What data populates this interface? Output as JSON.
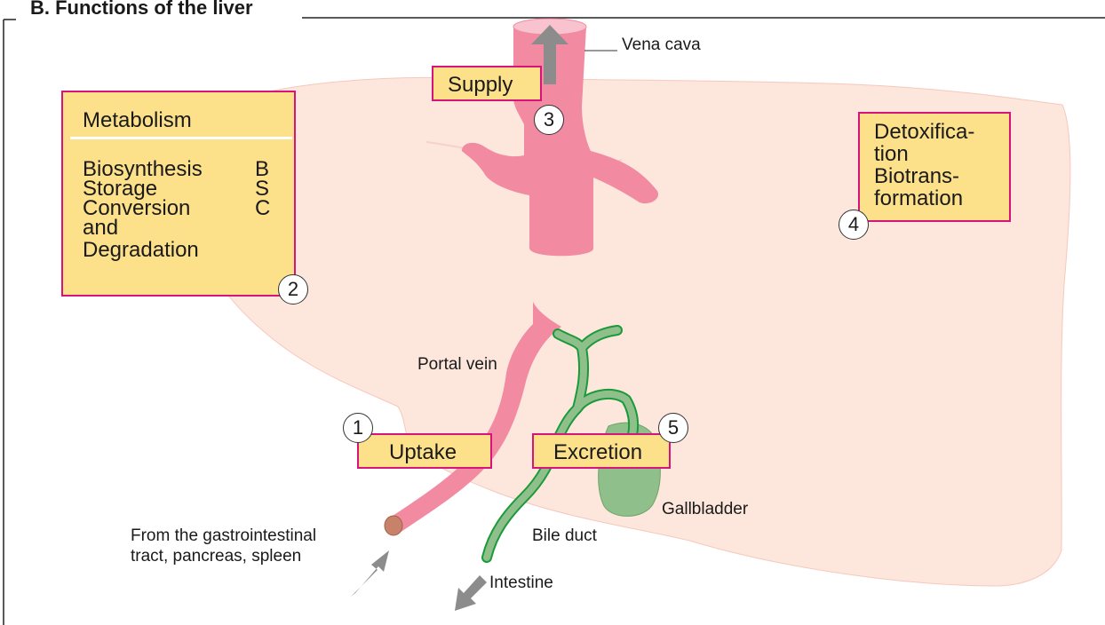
{
  "title": "B. Functions of the liver",
  "boxes": {
    "metabolism": {
      "heading": "Metabolism",
      "rows": [
        {
          "label": "Biosynthesis",
          "abbr": "B"
        },
        {
          "label": "Storage",
          "abbr": "S"
        },
        {
          "label": "Conversion",
          "abbr": "C"
        }
      ],
      "line4": "and",
      "line5": "Degradation"
    },
    "supply": "Supply",
    "detox": [
      "Detoxifica-",
      "tion",
      "Biotrans-",
      "formation"
    ],
    "uptake": "Uptake",
    "excretion": "Excretion"
  },
  "numbers": {
    "uptake": "1",
    "metabolism": "2",
    "supply": "3",
    "detox": "4",
    "excretion": "5"
  },
  "labels": {
    "vena_cava": "Vena cava",
    "portal_vein": "Portal vein",
    "gallbladder": "Gallbladder",
    "bile_duct": "Bile duct",
    "intestine": "Intestine",
    "source_line1": "From the gastrointestinal",
    "source_line2": "tract, pancreas, spleen"
  },
  "colors": {
    "liver": "#fde6dc",
    "vessel": "#f28aa2",
    "bile": "#8fbf8a",
    "box_fill": "#fde18a",
    "box_border": "#d8137a",
    "arrow": "#8c8c8c"
  }
}
